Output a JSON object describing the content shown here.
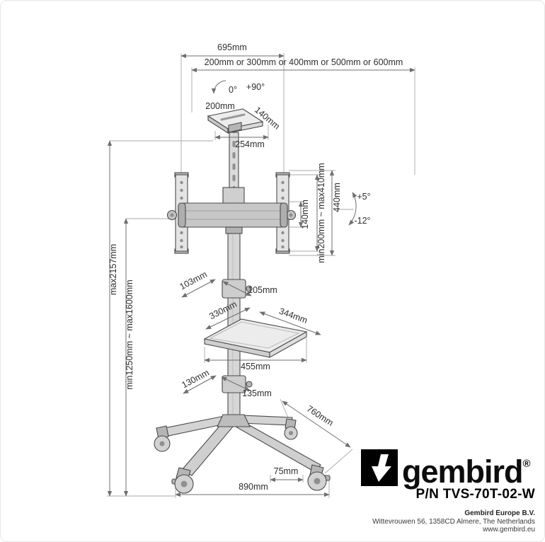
{
  "drawing": {
    "dims": {
      "overall_width": "695mm",
      "vesa_width_options": "200mm or 300mm or 400mm or 500mm or 600mm",
      "rotate_from": "0°",
      "rotate_to": "+90°",
      "top_tray_width": "200mm",
      "top_tray_depth": "140mm",
      "top_tray_overall": "254mm",
      "crossbar_height": "140mm",
      "vesa_height_range": "min200mm ~ max410mm",
      "bracket_overall_height": "440mm",
      "tilt_up": "+5°",
      "tilt_down": "-12°",
      "overall_height": "max2157mm",
      "screen_height_range": "min1250mm ~ max1600mm",
      "upper_clamp_width": "103mm",
      "upper_clamp_depth": "105mm",
      "shelf_width": "330mm",
      "shelf_depth": "344mm",
      "shelf_overall": "455mm",
      "lower_clamp_width": "130mm",
      "lower_clamp_depth": "135mm",
      "base_depth": "760mm",
      "caster_diameter": "75mm",
      "base_width": "890mm"
    }
  },
  "branding": {
    "logo_icon": "gembird-down-arrow",
    "brand": "gembird",
    "registered_mark": "®",
    "part_number": "P/N TVS-70T-02-W",
    "company": "Gembird Europe B.V.",
    "address": "Wittevrouwen 56, 1358CD Almere, The Netherlands",
    "website": "www.gembird.eu",
    "colors": {
      "logo_bg": "#000000",
      "logo_arrow": "#ffffff"
    }
  }
}
